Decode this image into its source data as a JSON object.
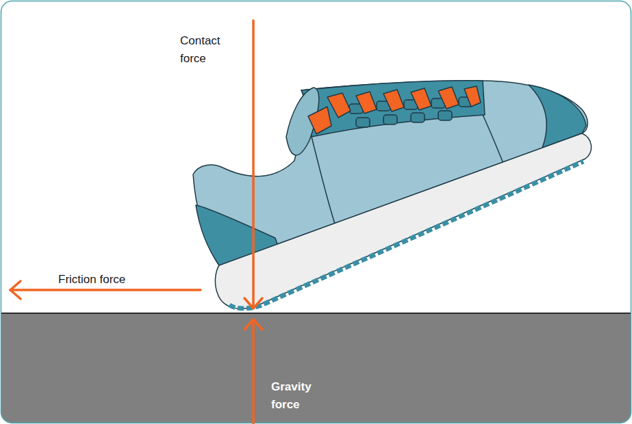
{
  "diagram": {
    "labels": [
      "Contact force",
      "Friction force",
      "Gravity force"
    ]
  }
}
